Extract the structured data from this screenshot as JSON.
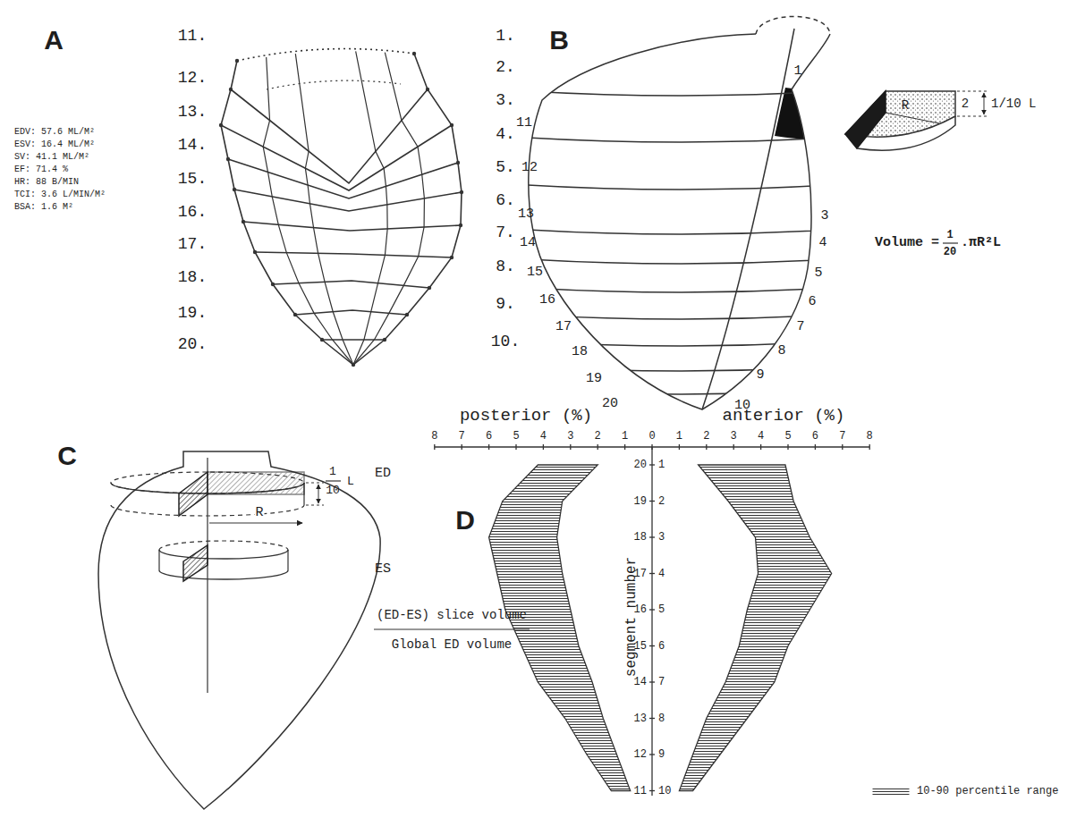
{
  "diagram": {
    "labels": [
      "A",
      "EDV: 57.6 ML/M²",
      "ESV: 16.4 ML/M²",
      "SV: 41.1 ML/M²",
      "EF: 71.4 %",
      "HR: 88 B/MIN",
      "TCI: 3.6 L/MIN/M²",
      "BSA: 1.6 M²",
      "11.",
      "12.",
      "13.",
      "14.",
      "15.",
      "16.",
      "17.",
      "18.",
      "19.",
      "20.",
      "1.",
      "2.",
      "3.",
      "4.",
      "5.",
      "6.",
      "7.",
      "8.",
      "9.",
      "10.",
      "B",
      "11",
      "12",
      "13",
      "14",
      "15",
      "16",
      "17",
      "18",
      "19",
      "20",
      "1",
      "3",
      "4",
      "5",
      "6",
      "7",
      "8",
      "9",
      "10",
      "2",
      "1/10 L",
      "R",
      "Volume =",
      "1",
      "20",
      ".πR²L",
      "C",
      "ED",
      "1",
      "10",
      "L",
      "R",
      "ES",
      "(ED-ES) slice volume",
      "Global ED volume",
      "D",
      "posterior (%)",
      "anterior (%)",
      "8",
      "7",
      "6",
      "5",
      "4",
      "3",
      "2",
      "1",
      "0",
      "1",
      "2",
      "3",
      "4",
      "5",
      "6",
      "7",
      "8",
      "segment number",
      "20",
      "19",
      "18",
      "17",
      "16",
      "15",
      "14",
      "13",
      "12",
      "11",
      "1",
      "2",
      "3",
      "4",
      "5",
      "6",
      "7",
      "8",
      "9",
      "10"
    ],
    "legend": [
      {
        "text": "10-90 percentile range"
      }
    ]
  }
}
